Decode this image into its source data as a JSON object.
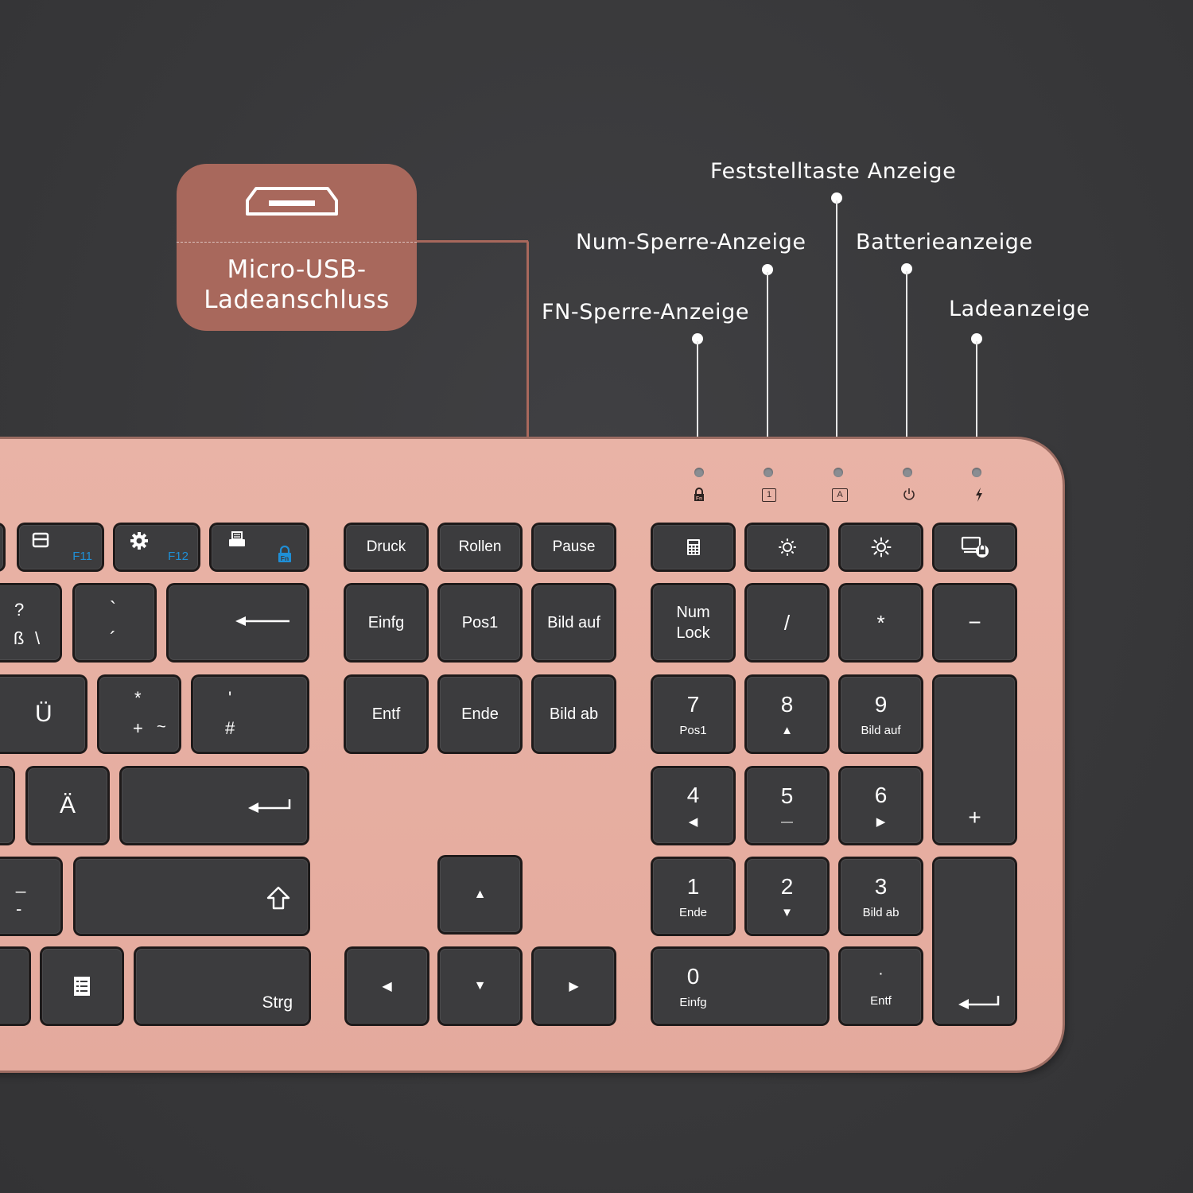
{
  "callouts": {
    "usb": {
      "icon": "micro-usb-port-icon",
      "label_line1": "Micro-USB-",
      "label_line2": "Ladeanschluss",
      "color": "#a8685c"
    },
    "indicators": [
      {
        "id": "fn-lock",
        "label": "FN-Sperre-Anzeige",
        "icon": "fn-lock-icon"
      },
      {
        "id": "num-lock",
        "label": "Num-Sperre-Anzeige",
        "icon": "num-lock-1-icon",
        "glyph": "1"
      },
      {
        "id": "caps-lock",
        "label": "Feststelltaste Anzeige",
        "icon": "caps-lock-a-icon",
        "glyph": "A"
      },
      {
        "id": "battery",
        "label": "Batterieanzeige",
        "icon": "power-icon",
        "glyph": "⏻"
      },
      {
        "id": "charging",
        "label": "Ladeanzeige",
        "icon": "lightning-icon",
        "glyph": "ϟ"
      }
    ]
  },
  "keyboard": {
    "body_color": "#e5ada0",
    "key_color": "#3c3c3e",
    "fn_color": "#1f8fd6",
    "function_row": [
      {
        "icon": "save-icon",
        "fn": "F11"
      },
      {
        "icon": "gear-icon",
        "fn": "F12"
      },
      {
        "icon": "printer-icon",
        "fn_icon": "fn-lock-icon"
      },
      {
        "label": "Druck"
      },
      {
        "label": "Rollen"
      },
      {
        "label": "Pause"
      },
      {
        "icon": "calculator-icon"
      },
      {
        "icon": "brightness-down-icon"
      },
      {
        "icon": "brightness-up-icon"
      },
      {
        "icon": "screen-lock-icon"
      }
    ],
    "main": {
      "sz_top": "?",
      "sz_bottom": "ß",
      "sz_alt": "\\",
      "accent_top": "`",
      "accent_bottom": "´",
      "backspace_icon": "backspace-arrow-icon",
      "ue": "Ü",
      "plus_top": "*",
      "plus_bottom": "+",
      "plus_alt": "~",
      "hash_top": "'",
      "hash_bottom": "#",
      "ae": "Ä",
      "enter_icon": "enter-arrow-icon",
      "minus_top": "_",
      "minus_bottom": "-",
      "shift_icon": "shift-arrow-icon",
      "menu_icon": "context-menu-icon",
      "ctrl": "Strg"
    },
    "nav": {
      "insert": "Einfg",
      "home": "Pos1",
      "pgup": "Bild auf",
      "delete": "Entf",
      "end": "Ende",
      "pgdn": "Bild ab",
      "up": "▲",
      "left": "◀",
      "down": "▼",
      "right": "▶"
    },
    "numpad": {
      "numlock_1": "Num",
      "numlock_2": "Lock",
      "divide": "/",
      "multiply": "*",
      "minus": "−",
      "plus": "+",
      "k7": "7",
      "k7s": "Pos1",
      "k8": "8",
      "k8s": "▲",
      "k9": "9",
      "k9s": "Bild auf",
      "k4": "4",
      "k4s": "◀",
      "k5": "5",
      "k5s": "—",
      "k6": "6",
      "k6s": "▶",
      "k1": "1",
      "k1s": "Ende",
      "k2": "2",
      "k2s": "▼",
      "k3": "3",
      "k3s": "Bild ab",
      "k0": "0",
      "k0s": "Einfg",
      "dot": "·",
      "dots": "Entf",
      "enter_icon": "enter-arrow-icon"
    }
  }
}
